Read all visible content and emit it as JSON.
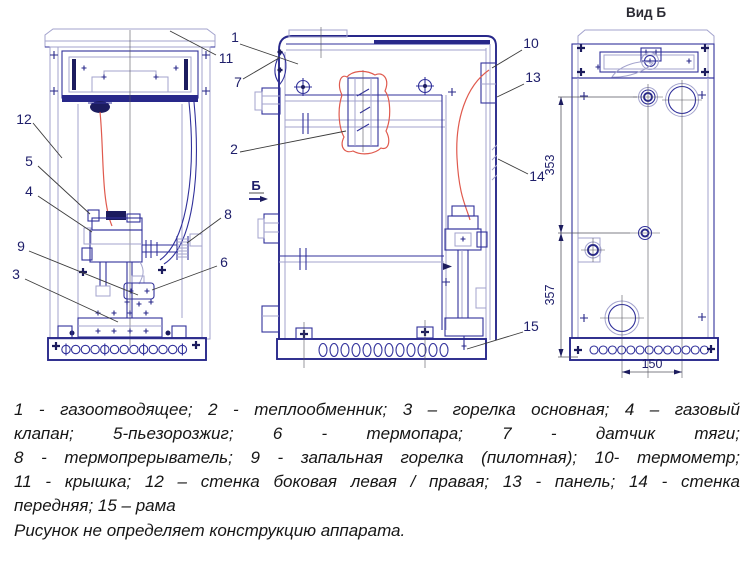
{
  "drawing": {
    "view_b_title": "Вид Б",
    "section_label": "Б",
    "callouts": {
      "c1": "1",
      "c2": "2",
      "c3": "3",
      "c4": "4",
      "c5": "5",
      "c6": "6",
      "c7": "7",
      "c8": "8",
      "c9": "9",
      "c10": "10",
      "c11": "11",
      "c12": "12",
      "c13": "13",
      "c14": "14",
      "c15": "15"
    },
    "dims": {
      "height_top": "353",
      "height_bottom": "357",
      "width_bottom": "150"
    },
    "colors": {
      "line_primary": "#31319b",
      "line_light": "#a3a3cd",
      "highlight_red": "#e05a4e",
      "text": "#1e1e6a"
    }
  },
  "legend": {
    "lines": [
      "1 - газоотводящее; 2 - теплообменник; 3 – горелка основная; 4 – газовый",
      "клапан; 5-пьезорозжиг; 6 - термопара; 7 - датчик тяги;",
      "8 - термопрерыватель; 9 - запальная горелка (пилотная); 10- термометр;",
      "11 - крышка; 12 – стенка боковая левая / правая; 13 - панель; 14 - стенка",
      "передняя; 15 – рама"
    ],
    "note": "Рисунок не определяет конструкцию аппарата."
  }
}
